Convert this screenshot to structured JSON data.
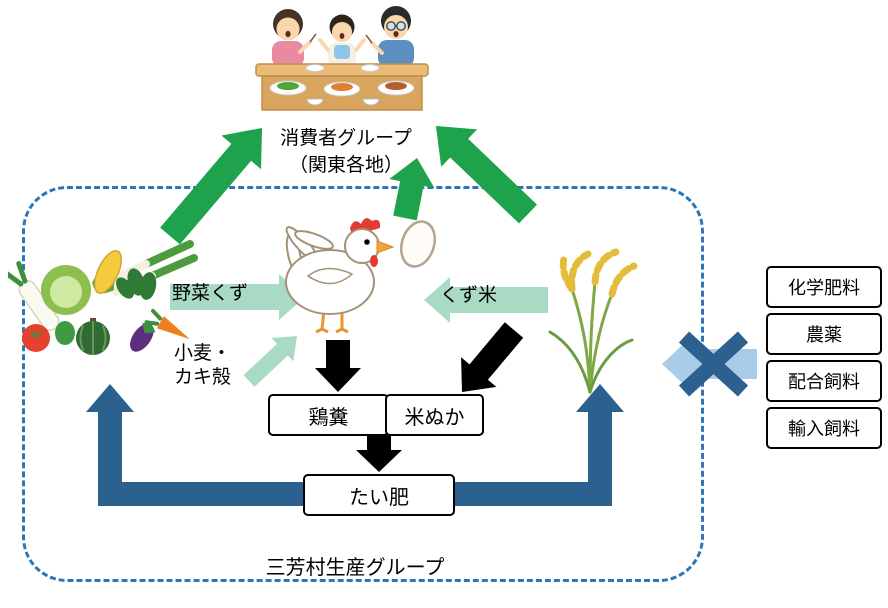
{
  "consumer_group": {
    "name": "消費者グループ",
    "region": "（関東各地）"
  },
  "producer_group_label": "三芳村生産グループ",
  "flows": {
    "vegetable_scraps": "野菜くず",
    "waste_rice": "くず米",
    "wheat_oyster": "小麦・\nカキ殻",
    "chicken_manure": "鶏糞",
    "rice_bran": "米ぬか",
    "compost": "たい肥"
  },
  "excluded_inputs": {
    "items": [
      "化学肥料",
      "農薬",
      "配合飼料",
      "輸入飼料"
    ]
  },
  "illustrations": {
    "consumers": "family-eating-meal-illustration",
    "chicken": "hen-illustration",
    "egg": "egg-illustration",
    "vegetables": "assorted-vegetables-illustration",
    "rice": "rice-plant-illustration"
  },
  "colors": {
    "green": "#1FA24C",
    "pale_green": "#A9DAC4",
    "dark_blue": "#2C608E",
    "light_blue": "#A9CCE9",
    "black": "#000000",
    "border_blue": "#2E75B6"
  }
}
